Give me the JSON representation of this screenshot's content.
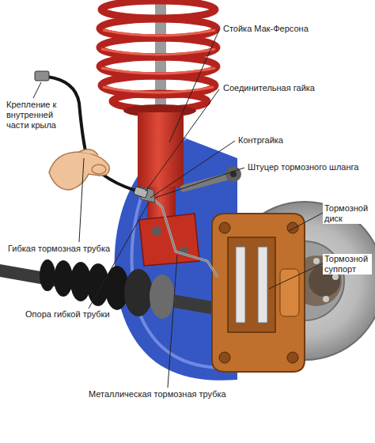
{
  "diagram": {
    "labels": [
      "Стойка Мак-Ферсона",
      "Соединительная гайка",
      "Крепление к внутренней части крыла",
      "Контргайка",
      "Штуцер тормозного шланга",
      "Тормозной диск",
      "Тормозной суппорт",
      "Гибкая тормозная трубка",
      "Опора гибкой трубки",
      "Металлическая тормозная трубка"
    ]
  }
}
